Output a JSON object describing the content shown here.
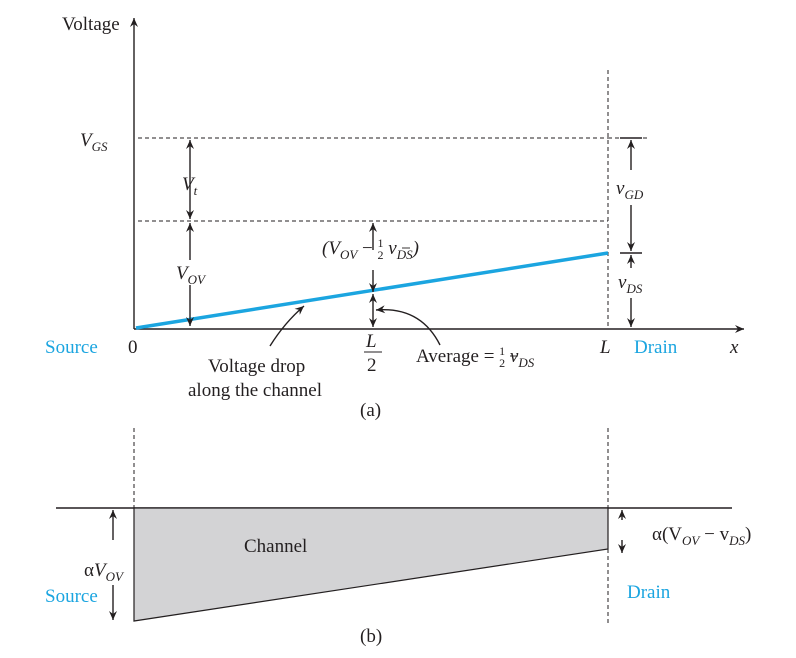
{
  "colors": {
    "accent": "#1ba5e0",
    "ink": "#231f20",
    "channel_fill": "#d3d3d5"
  },
  "part_a": {
    "y_axis_label": "Voltage",
    "x_axis_label": "x",
    "origin_label": "0",
    "end_label": "L",
    "source_label": "Source",
    "drain_label": "Drain",
    "vgs": {
      "main": "V",
      "sub": "GS"
    },
    "vt": {
      "main": "V",
      "sub": "t"
    },
    "vov": {
      "main": "V",
      "sub": "OV"
    },
    "vgd": {
      "main": "v",
      "sub": "GD"
    },
    "vds": {
      "main": "v",
      "sub": "DS"
    },
    "mid_expr": {
      "open": "(V",
      "sub1": "OV",
      "minus": " − ",
      "half_num": "1",
      "half_den": "2",
      "v": " v",
      "sub2": "DS",
      "close": ")"
    },
    "half_L": {
      "num": "L",
      "den": "2"
    },
    "average": {
      "text": "Average = ",
      "half_num": "1",
      "half_den": "2",
      "v": " v",
      "sub": "DS"
    },
    "drop_line1": "Voltage drop",
    "drop_line2": "along the channel",
    "caption": "(a)"
  },
  "part_b": {
    "channel_label": "Channel",
    "source_label": "Source",
    "drain_label": "Drain",
    "alpha_vov": {
      "alpha": "α",
      "main": "V",
      "sub": "OV"
    },
    "alpha_diff": {
      "alpha": "α(V",
      "sub1": "OV",
      "minus": " − v",
      "sub2": "DS",
      "close": ")"
    },
    "caption": "(b)"
  }
}
